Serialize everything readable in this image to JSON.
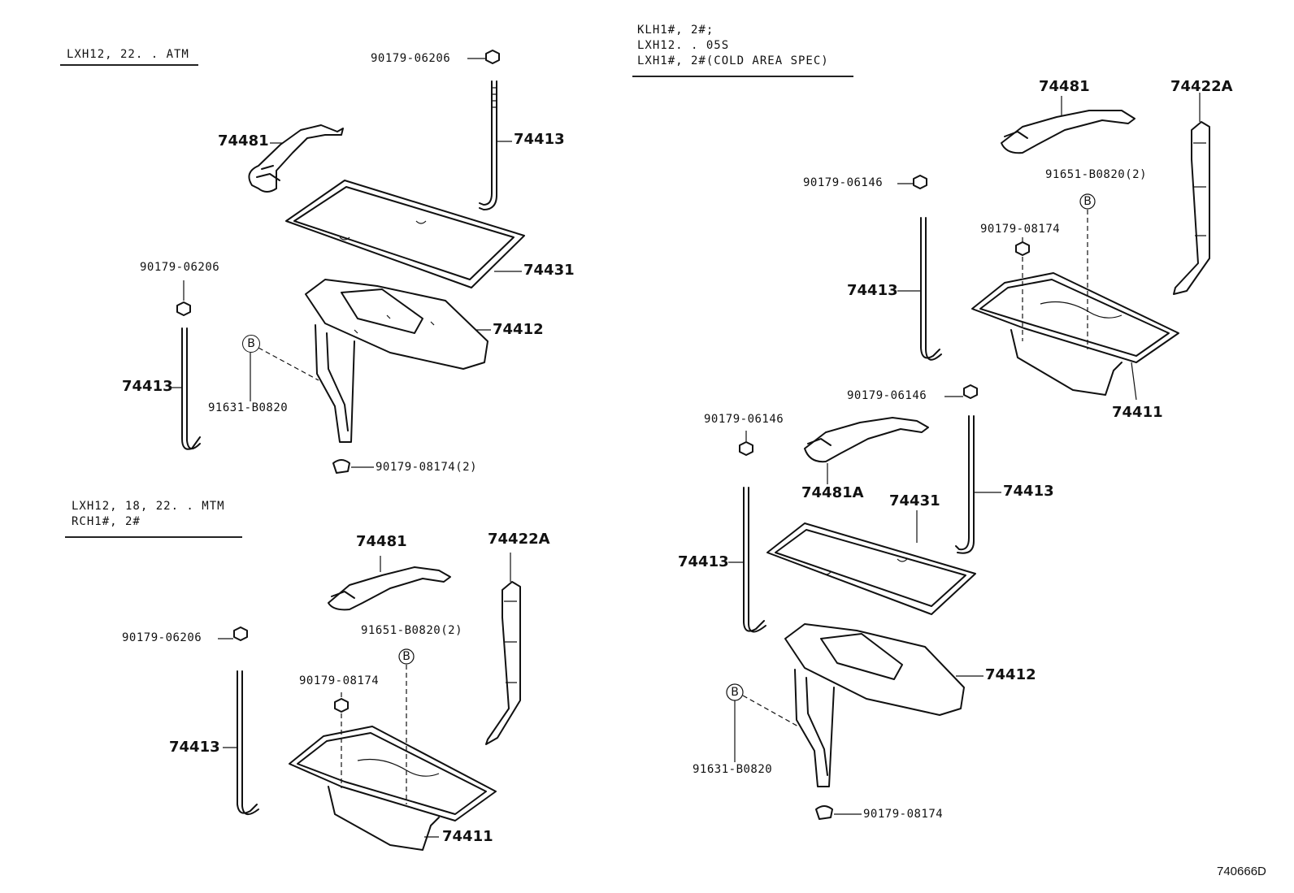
{
  "sections": [
    {
      "lines": [
        "LXH12, 22. . ATM"
      ]
    },
    {
      "lines": [
        "LXH12, 18, 22. . MTM",
        "RCH1#, 2#"
      ]
    },
    {
      "lines": [
        "KLH1#, 2#;",
        "LXH12. . 05S",
        "LXH1#, 2#(COLD AREA SPEC)"
      ]
    }
  ],
  "callouts": {
    "a": [
      "90179-06206",
      "74481",
      "74413",
      "74431",
      "90179-06206",
      "74412",
      "74413",
      "91631-B0820",
      "90179-08174(2)"
    ],
    "b": [
      "74481",
      "74422A",
      "90179-06206",
      "91651-B0820(2)",
      "90179-08174",
      "74413",
      "74411"
    ],
    "c": [
      "74481",
      "74422A",
      "90179-06146",
      "91651-B0820(2)",
      "90179-08174",
      "74413",
      "74411"
    ],
    "d": [
      "90179-06146",
      "90179-06146",
      "74481A",
      "74431",
      "74413",
      "74413",
      "74412",
      "91631-B0820",
      "90179-08174"
    ]
  },
  "bolt_symbol": "B",
  "diagram_id": "740666D"
}
